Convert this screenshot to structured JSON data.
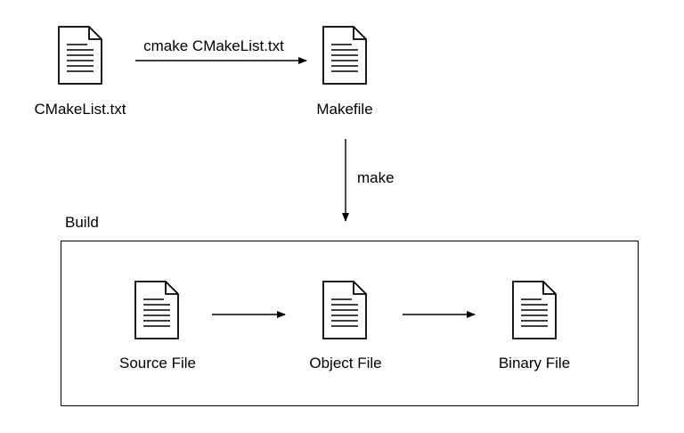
{
  "top": {
    "cmakelists": {
      "label": "CMakeList.txt",
      "icon": "document-icon"
    },
    "makefile": {
      "label": "Makefile",
      "icon": "document-icon"
    },
    "cmake_command": "cmake CMakeList.txt",
    "make_command": "make"
  },
  "build": {
    "title": "Build",
    "source": {
      "label": "Source File",
      "icon": "document-icon"
    },
    "object": {
      "label": "Object File",
      "icon": "document-icon"
    },
    "binary": {
      "label": "Binary File",
      "icon": "document-icon"
    }
  },
  "colors": {
    "stroke": "#000000",
    "background": "#ffffff"
  }
}
